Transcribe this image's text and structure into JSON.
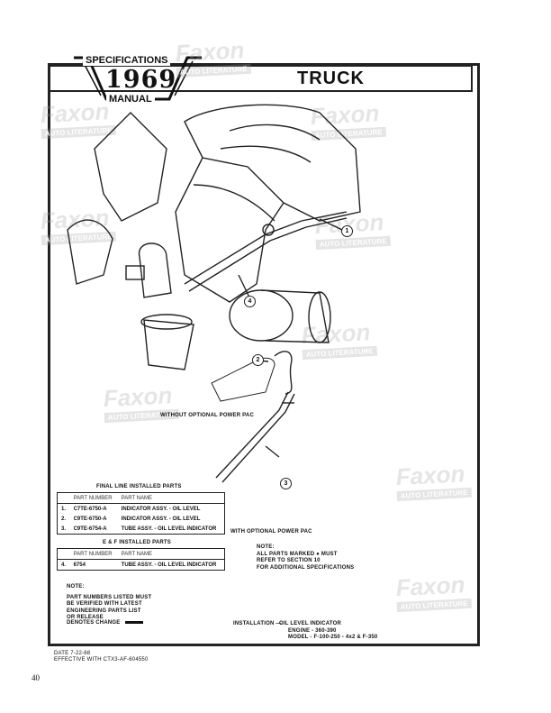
{
  "header": {
    "logo_top": "SPECIFICATIONS",
    "logo_year": "1969",
    "logo_bottom": "MANUAL",
    "title": "TRUCK"
  },
  "watermark": {
    "brand": "Faxon",
    "sub": "AUTO LITERATURE"
  },
  "figure": {
    "callouts": [
      "1",
      "2",
      "3",
      "4"
    ],
    "caption_without": "WITHOUT OPTIONAL POWER PAC",
    "caption_with": "WITH OPTIONAL POWER PAC"
  },
  "final_line": {
    "title": "FINAL LINE INSTALLED PARTS",
    "headers": [
      "PART NUMBER",
      "PART NAME"
    ],
    "rows": [
      {
        "no": "1.",
        "part": "C7TE-6750-A",
        "name": "INDICATOR ASSY. - OIL LEVEL"
      },
      {
        "no": "2.",
        "part": "C9TE-6750-A",
        "name": "INDICATOR ASSY. - OIL LEVEL"
      },
      {
        "no": "3.",
        "part": "C9TE-6754-A",
        "name": "TUBE ASSY. - OIL LEVEL INDICATOR"
      }
    ]
  },
  "ef_parts": {
    "title": "E & F INSTALLED PARTS",
    "headers": [
      "PART NUMBER",
      "PART NAME"
    ],
    "rows": [
      {
        "no": "4.",
        "part": "6754",
        "name": "TUBE ASSY. - OIL LEVEL INDICATOR"
      }
    ]
  },
  "note_right": {
    "label": "NOTE:",
    "lines": [
      "ALL PARTS MARKED ● MUST",
      "REFER TO SECTION 10",
      "FOR ADDITIONAL SPECIFICATIONS"
    ]
  },
  "note_left": {
    "label": "NOTE:",
    "lines": [
      "PART NUMBERS LISTED MUST",
      "BE VERIFIED WITH LATEST",
      "ENGINEERING PARTS LIST",
      "OR RELEASE"
    ],
    "denotes": "DENOTES CHANGE"
  },
  "installation": {
    "label": "INSTALLATION —",
    "lines": [
      "OIL LEVEL INDICATOR",
      "ENGINE - 360-390",
      "MODEL - F-100-250 - 4x2 & F-350"
    ]
  },
  "footer": {
    "date": "DATE 7-22-68",
    "effective": "EFFECTIVE WITH CTX3-AF-604550",
    "page_number": "40"
  }
}
